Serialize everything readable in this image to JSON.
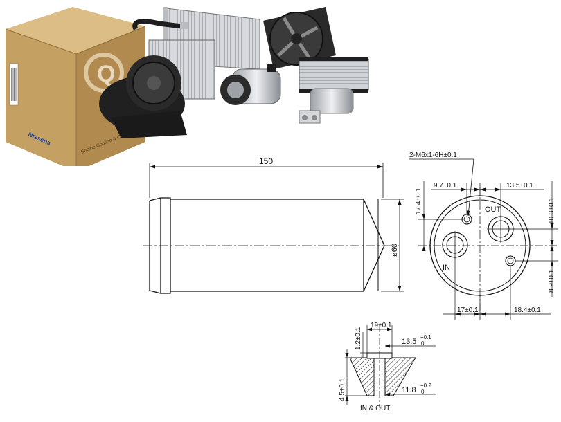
{
  "brand": {
    "box_logo": "Nissens",
    "box_side_text": "Engine Cooling & Climate",
    "box_q_text": "Q"
  },
  "colors": {
    "box_front": "#c9a46a",
    "box_side": "#b48b50",
    "box_top": "#d8b982",
    "metal_light": "#e4e6e8",
    "metal_dark": "#8d9196",
    "black_part": "#1e1e1e",
    "line": "#111111"
  },
  "side_view": {
    "length": "150",
    "diameter": "ø60"
  },
  "top_view": {
    "thread": "2-M6x1-6H±0.1",
    "dim_9_7": "9.7±0.1",
    "dim_13_5": "13.5±0.1",
    "dim_17_4": "17.4±0.1",
    "dim_10_3": "10.3±0.1",
    "dim_8_9": "8.9±0.1",
    "dim_17": "17±0.1",
    "dim_18_4": "18.4±0.1",
    "label_out": "OUT",
    "label_in": "IN"
  },
  "section_view": {
    "dim_19": "19±0.1",
    "dim_1_2": "1.2±0.1",
    "dim_13_5": "13.5",
    "tol_13_5_upper": "+0.1",
    "tol_13_5_lower": "0",
    "dim_4_5": "4.5±0.1",
    "dim_11_8": "11.8",
    "tol_11_8_upper": "+0.2",
    "tol_11_8_lower": "0",
    "caption": "IN & OUT"
  }
}
